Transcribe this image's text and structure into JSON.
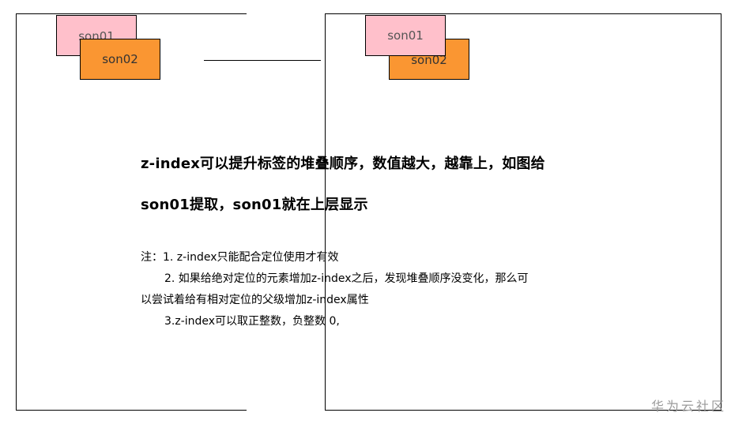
{
  "demo": {
    "left": {
      "son01": "son01",
      "son02": "son02"
    },
    "right": {
      "son01": "son01",
      "son02": "son02"
    }
  },
  "text": {
    "heading_line1": "z-index可以提升标签的堆叠顺序，数值越大，越靠上，如图给",
    "heading_line2": "son01提取，son01就在上层显示",
    "note_line1": "注：1. z-index只能配合定位使用才有效",
    "note_line2": "2. 如果给绝对定位的元素增加z-index之后，发现堆叠顺序没变化，那么可",
    "note_line3": "以尝试着给有相对定位的父级增加z-index属性",
    "note_line4": "3.z-index可以取正整数，负整数 0,"
  },
  "watermark": "华为云社区",
  "colors": {
    "pink": "#ffc0cb",
    "orange": "#fa9632",
    "border": "#000000",
    "watermark": "#9a9a9a"
  }
}
